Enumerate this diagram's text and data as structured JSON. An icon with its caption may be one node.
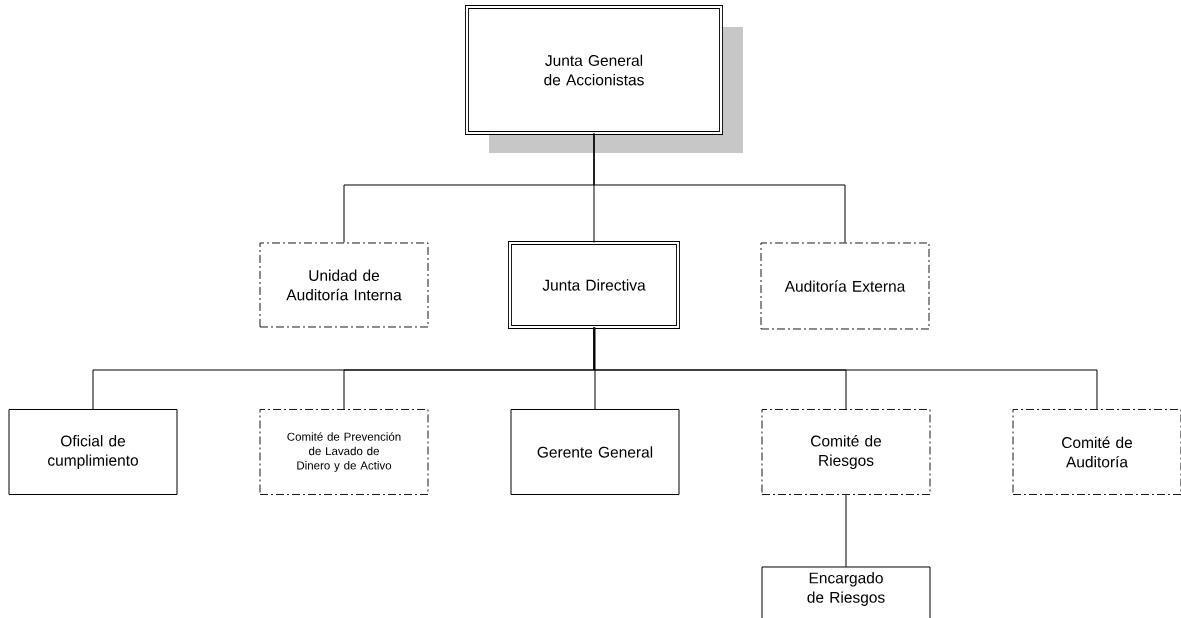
{
  "diagram": {
    "nodes": [
      {
        "text": [
          "Junta General de Accionistas"
        ]
      },
      {
        "text": [
          "Unidad de Auditoría Interna"
        ]
      },
      {
        "text": [
          "Junta Directiva"
        ]
      },
      {
        "text": [
          "Auditoría Externa"
        ]
      },
      {
        "text": [
          "Oficial de cumplimiento"
        ]
      },
      {
        "text": [
          "Comité de Prevención de Lavado de Dinero y de Activo"
        ]
      },
      {
        "text": [
          "Gerente General"
        ]
      },
      {
        "text": [
          "Comité de Riesgos"
        ]
      },
      {
        "text": [
          "Comité de Auditoría"
        ]
      },
      {
        "text": [
          "Encargado de Riesgos"
        ]
      }
    ],
    "edges": [
      {
        "from": 0,
        "to": 1,
        "arrow": "none"
      },
      {
        "from": 0,
        "to": 2,
        "arrow": "none"
      },
      {
        "from": 0,
        "to": 3,
        "arrow": "none"
      },
      {
        "from": 2,
        "to": 4,
        "arrow": "none"
      },
      {
        "from": 2,
        "to": 5,
        "arrow": "none"
      },
      {
        "from": 2,
        "to": 6,
        "arrow": "none"
      },
      {
        "from": 2,
        "to": 7,
        "arrow": "none"
      },
      {
        "from": 2,
        "to": 8,
        "arrow": "none"
      },
      {
        "from": 7,
        "to": 9,
        "arrow": "none"
      }
    ]
  }
}
